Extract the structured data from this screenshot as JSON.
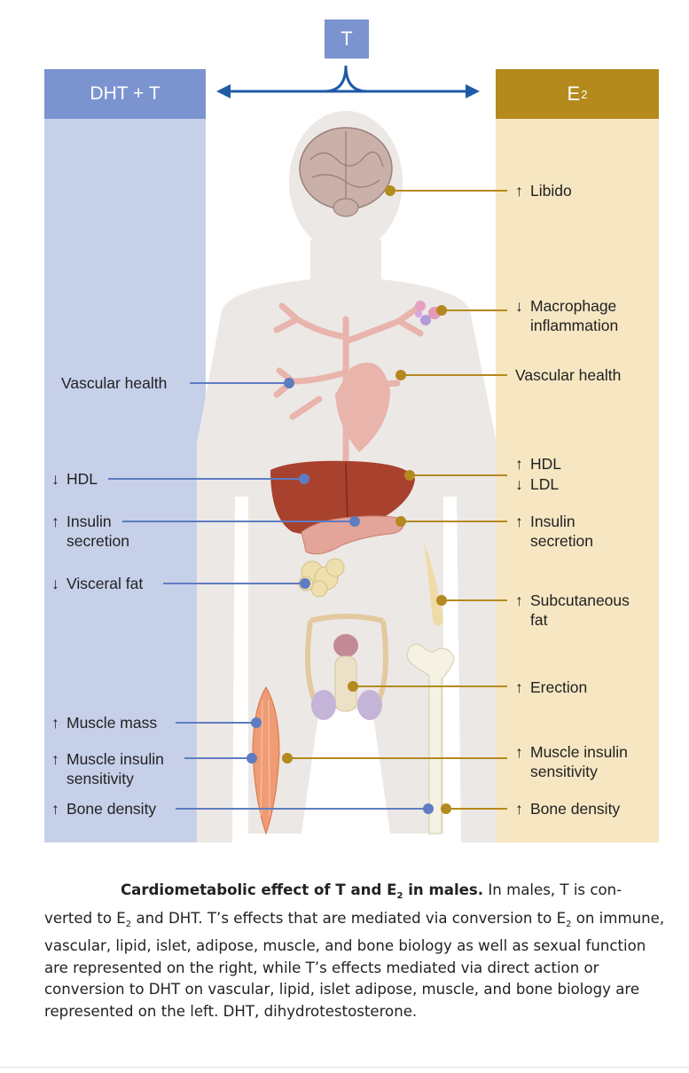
{
  "header": {
    "left_label": "DHT + T",
    "center_label": "T",
    "right_label_main": "E",
    "right_label_sub": "2"
  },
  "left_effects": {
    "vascular": {
      "arrow": "",
      "line1": "Vascular health",
      "line2": ""
    },
    "hdl": {
      "arrow": "↓",
      "line1": "HDL",
      "line2": ""
    },
    "insulin": {
      "arrow": "↑",
      "line1": "Insulin",
      "line2": "secretion"
    },
    "visceral": {
      "arrow": "↓",
      "line1": "Visceral fat",
      "line2": ""
    },
    "muscle_mass": {
      "arrow": "↑",
      "line1": "Muscle mass",
      "line2": ""
    },
    "muscle_insulin": {
      "arrow": "↑",
      "line1": "Muscle insulin",
      "line2": "sensitivity"
    },
    "bone": {
      "arrow": "↑",
      "line1": "Bone density",
      "line2": ""
    }
  },
  "right_effects": {
    "libido": {
      "arrow": "↑",
      "line1": "Libido",
      "line2": ""
    },
    "macrophage": {
      "arrow": "↓",
      "line1": "Macrophage",
      "line2": "inflammation"
    },
    "vascular": {
      "arrow": "",
      "line1": "Vascular health",
      "line2": ""
    },
    "hdl": {
      "arrow": "↑",
      "line1": "HDL",
      "line2": ""
    },
    "ldl": {
      "arrow": "↓",
      "line1": "LDL",
      "line2": ""
    },
    "insulin": {
      "arrow": "↑",
      "line1": "Insulin",
      "line2": "secretion"
    },
    "subcutaneous": {
      "arrow": "↑",
      "line1": "Subcutaneous",
      "line2": "fat"
    },
    "erection": {
      "arrow": "↑",
      "line1": "Erection",
      "line2": ""
    },
    "muscle_insulin": {
      "arrow": "↑",
      "line1": "Muscle insulin",
      "line2": "sensitivity"
    },
    "bone": {
      "arrow": "↑",
      "line1": "Bone density",
      "line2": ""
    }
  },
  "caption": {
    "bold_a": "Cardiometabolic effect of T and E",
    "bold_sub": "2",
    "bold_b": " in males.",
    "t1": " In males, T is con-verted to E",
    "s1": "2",
    "t2": " and DHT. T’s effects that are mediated via conversion to E",
    "s2": "2",
    "t3": " on immune, vascular, lipid, islet, adipose, muscle, and bone biology as well as sexual function are represented on the right, while T’s effects mediated via direct action or conversion to DHT on vascular, lipid, islet adipose, muscle, and bone biology are represented on the left. DHT, dihydrotestosterone."
  },
  "colors": {
    "left_header": "#7b93cf",
    "left_column": "#c7d0e9",
    "right_header": "#b48a1c",
    "right_column": "#f6e6c2",
    "left_connector": "#5f7cc2",
    "right_connector": "#b4891f",
    "arrow": "#1f5aa6"
  }
}
